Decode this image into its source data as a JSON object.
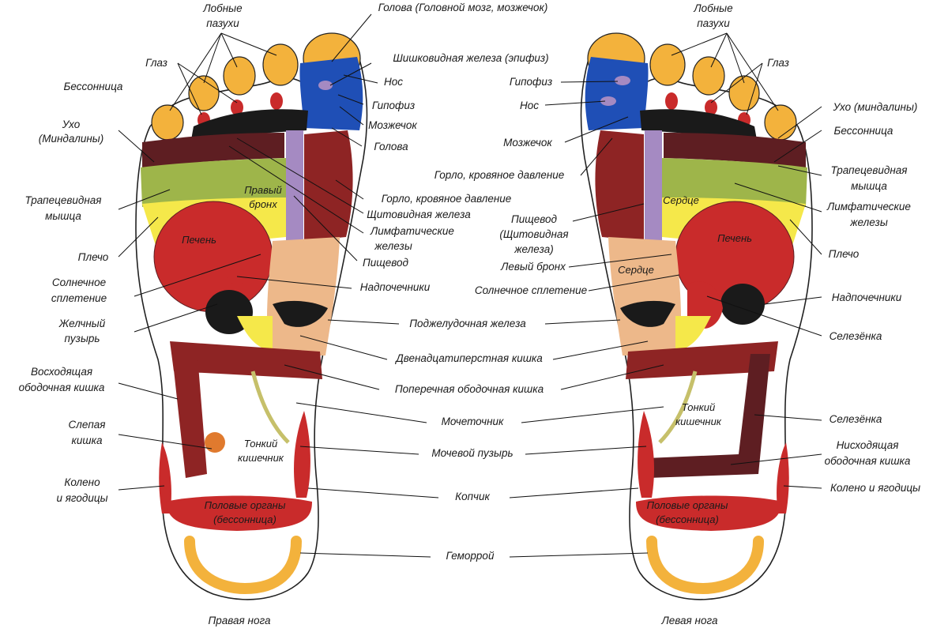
{
  "colors": {
    "toe_orange": "#F3B23C",
    "head_blue": "#1F4FB6",
    "dark_red": "#8E2424",
    "red": "#C92B2B",
    "olive_green": "#9EB54A",
    "yellow": "#F5E84A",
    "peach": "#EDB88A",
    "maroon": "#5E1E22",
    "lilac": "#A58AC2",
    "black": "#1A1A1A"
  },
  "right_foot": {
    "caption": "Правая нога",
    "inner": {
      "right_bronchus": "Правый бронх",
      "liver": "Печень",
      "small_intestine": "Тонкий кишечник",
      "genitals": "Половые органы (бессонница)"
    },
    "left_labels": {
      "frontal_sinuses": "Лобные пазухи",
      "eye": "Глаз",
      "insomnia": "Бессонница",
      "ear": "Ухо (Миндалины)",
      "trapezius": "Трапецевидная мышца",
      "shoulder": "Плечо",
      "solar_plexus": "Солнечное сплетение",
      "gallbladder": "Желчный пузырь",
      "ascending_colon": "Восходящая ободочная кишка",
      "cecum": "Слепая кишка",
      "knee_hips": "Колено и ягодицы"
    }
  },
  "left_foot": {
    "caption": "Левая нога",
    "inner": {
      "heart_top": "Сердце",
      "liver": "Печень",
      "heart_mid": "Сердце",
      "small_intestine": "Тонкий кишечник",
      "genitals": "Половые органы (бессонница)"
    },
    "right_labels": {
      "frontal_sinuses": "Лобные пазухи",
      "eye": "Глаз",
      "ear": "Ухо (миндалины)",
      "insomnia": "Бессонница",
      "trapezius": "Трапецевидная мышца",
      "lymph": "Лимфатические железы",
      "shoulder": "Плечо",
      "adrenals": "Надпочечники",
      "spleen_top": "Селезёнка",
      "spleen_low": "Селезёнка",
      "descending_colon": "Нисходящая ободочная кишка",
      "knee_hips": "Колено и ягодицы"
    }
  },
  "center_labels": {
    "head_brain": "Голова (Головной мозг, мозжечок)",
    "pineal": "Шишковидная железа (эпифиз)",
    "nose": "Нос",
    "pituitary": "Гипофиз",
    "cerebellum": "Мозжечок",
    "head": "Голова",
    "throat_bp": "Горло, кровяное давление",
    "thyroid": "Щитовидная железа",
    "lymph": "Лимфатические железы",
    "esophagus": "Пищевод",
    "adrenals": "Надпочечники",
    "pituitary_l": "Гипофиз",
    "nose_l": "Нос",
    "cerebellum_l": "Мозжечок",
    "throat_bp_l": "Горло, кровяное давление",
    "esophagus_thyroid_l": "Пищевод (Щитовидная железа)",
    "left_bronchus": "Левый бронх",
    "solar_plexus_l": "Солнечное сплетение",
    "pancreas": "Поджелудочная железа",
    "duodenum": "Двенадцатиперстная кишка",
    "transverse_colon": "Поперечная ободочная кишка",
    "ureter": "Мочеточник",
    "bladder": "Мочевой пузырь",
    "coccyx": "Копчик",
    "hemorrhoids": "Геморрой"
  }
}
